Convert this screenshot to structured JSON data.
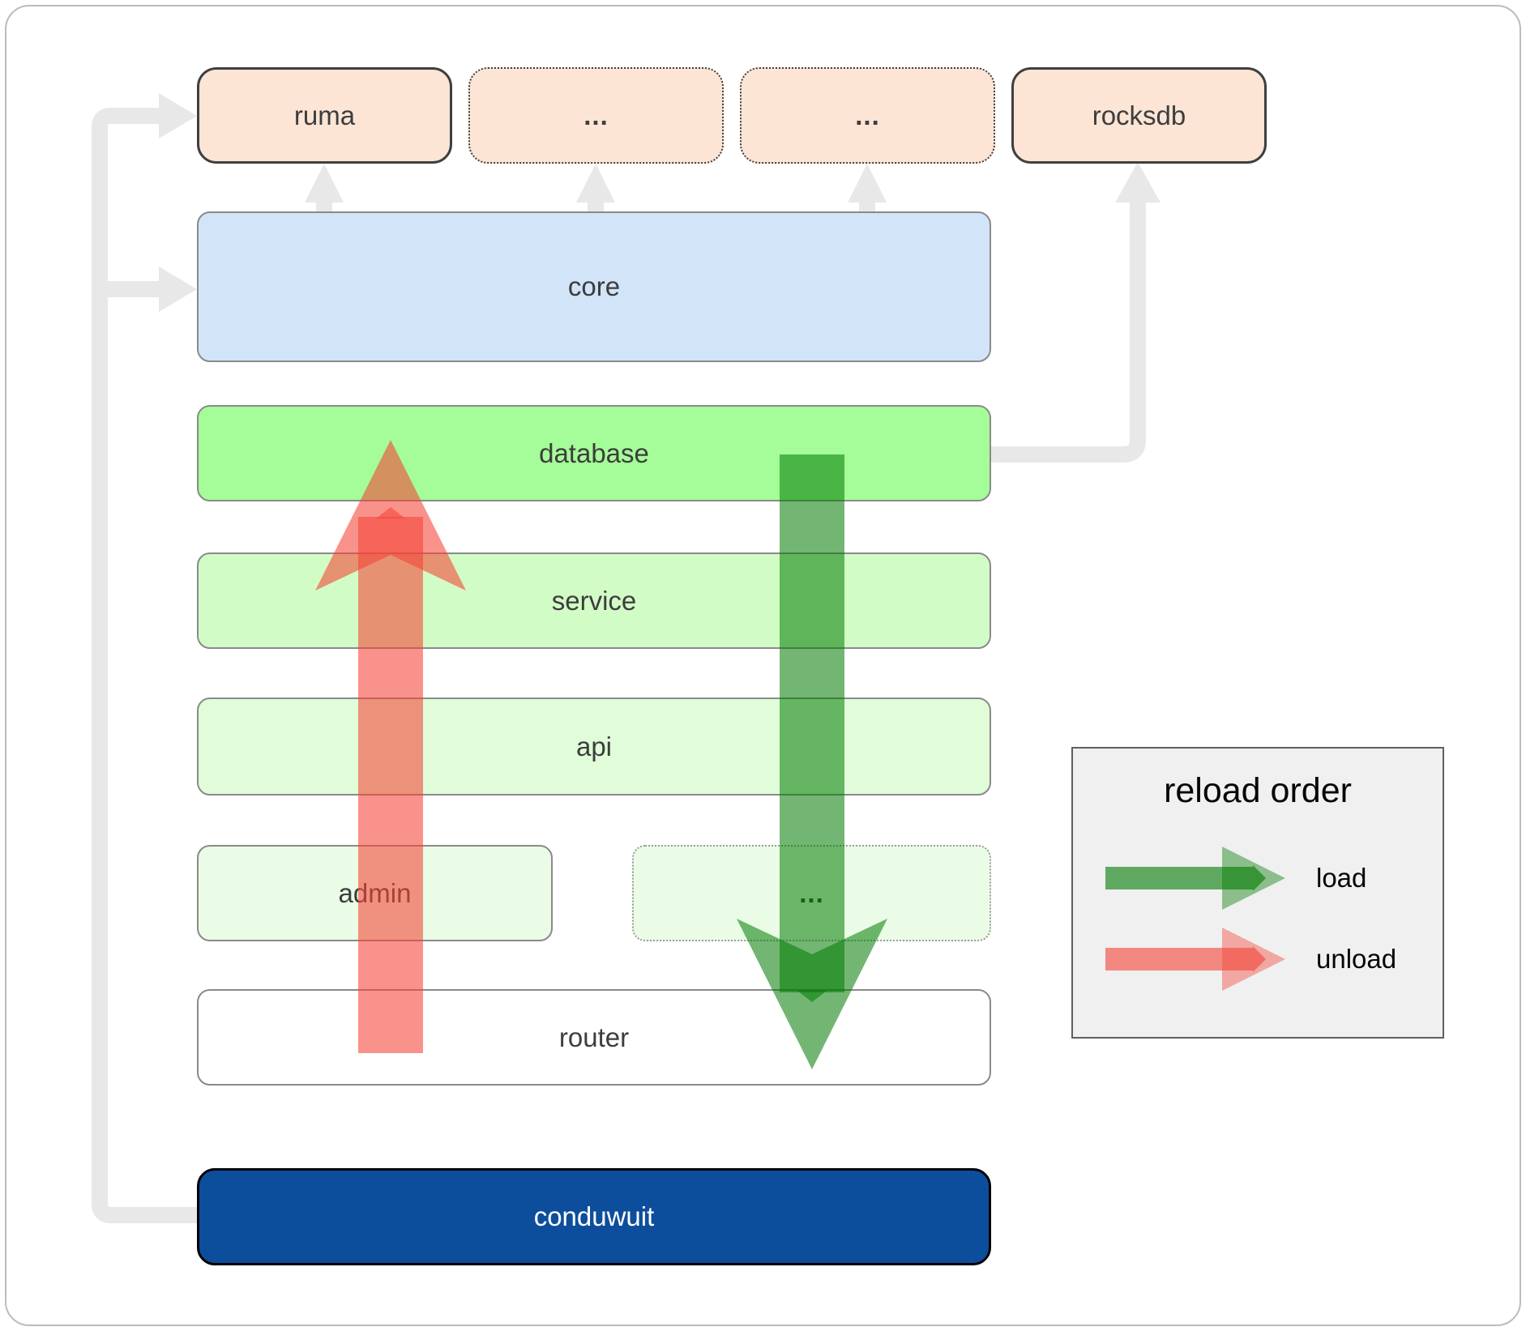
{
  "nodes": {
    "ruma": {
      "label": "ruma"
    },
    "dep_a": {
      "label": "..."
    },
    "dep_b": {
      "label": "..."
    },
    "rocksdb": {
      "label": "rocksdb"
    },
    "core": {
      "label": "core"
    },
    "database": {
      "label": "database"
    },
    "service": {
      "label": "service"
    },
    "api": {
      "label": "api"
    },
    "admin": {
      "label": "admin"
    },
    "admin_more": {
      "label": "..."
    },
    "router": {
      "label": "router"
    },
    "conduwuit": {
      "label": "conduwuit"
    }
  },
  "legend": {
    "title": "reload order",
    "load_label": "load",
    "unload_label": "unload"
  },
  "colors": {
    "load_arrow": "#007a00",
    "unload_arrow": "#f44336",
    "connector": "#e8e8e8",
    "ruma_fill": "#fce5d5",
    "dep_fill": "#fce5d5",
    "rocksdb_fill": "#fce5d5",
    "core_fill": "#d2e4f8",
    "database_fill": "#a4fd98",
    "service_fill": "#d2fcc6",
    "api_fill": "#e0fcd9",
    "admin_fill": "#eafce5",
    "admin_more_fill": "#eafce5",
    "router_fill": "#ffffff",
    "conduwuit_fill": "#0d4e9c",
    "legend_bg": "#f0f0f0"
  }
}
